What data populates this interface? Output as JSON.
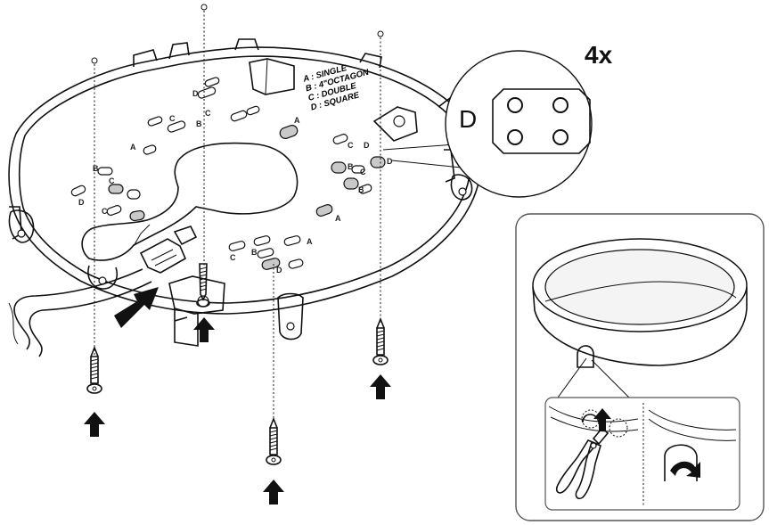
{
  "diagram": {
    "quantity_label": "4x",
    "zoom_letter": "D",
    "legend": [
      "A : SINGLE",
      "B : 4\"OCTAGON",
      "C : DOUBLE",
      "D : SQUARE"
    ],
    "hole_labels": [
      "D",
      "C",
      "B",
      "C",
      "A",
      "A",
      "C",
      "B",
      "C",
      "D",
      "C",
      "B",
      "D",
      "A",
      "C",
      "B",
      "D",
      "C",
      "B",
      "D",
      "A"
    ]
  }
}
